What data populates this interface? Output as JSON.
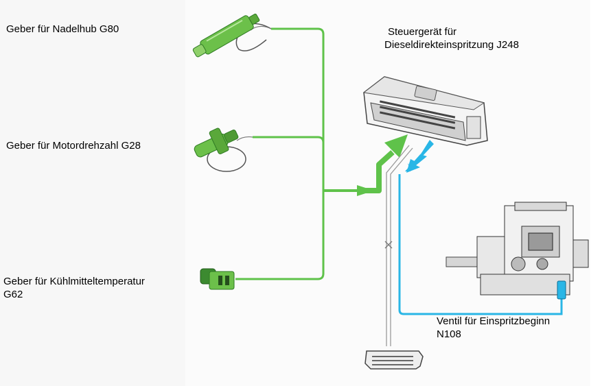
{
  "labels": {
    "needle_lift_sensor": "Geber für Nadelhub G80",
    "engine_speed_sensor": "Geber für Motordrehzahl G28",
    "coolant_temp_sensor_line1": "Geber für Kühlmitteltemperatur",
    "coolant_temp_sensor_line2": "G62",
    "control_unit_line1": "Steuergerät für",
    "control_unit_line2": "Dieseldirekteinspritzung J248",
    "injection_valve_line1": "Ventil für Einspritzbeginn",
    "injection_valve_line2": "N108"
  },
  "colors": {
    "input_signal": "#5fc24a",
    "input_signal_dark": "#3fa63a",
    "output_signal": "#29b6e6",
    "sensor_body": "#6cc04a",
    "component_grey": "#cfcfcf",
    "background_panel": "#f7f7f7"
  }
}
